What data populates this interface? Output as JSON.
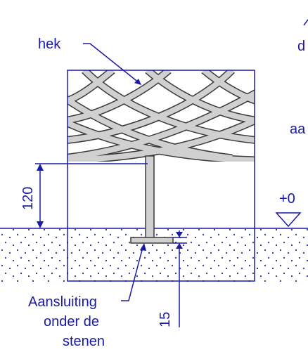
{
  "labels": {
    "fence": "hek",
    "height_dim": "120",
    "level": "+0",
    "depth_dim": "15",
    "connection_line1": "Aansluiting",
    "connection_line2": "onder de",
    "connection_line3": "stenen",
    "cut_d": "d",
    "cut_aa": "aa"
  },
  "colors": {
    "ink": "#1a1aa8",
    "fence_fill": "#d0d0d0",
    "fence_stroke": "#3a3a3a",
    "ground_dots": "#2a2a8a"
  }
}
